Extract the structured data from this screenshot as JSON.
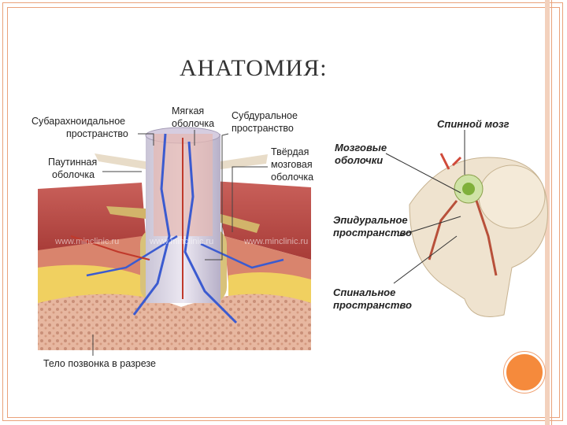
{
  "slide": {
    "title": "Анатомия:"
  },
  "left_figure": {
    "labels": {
      "subarachnoid_1": "Субарахноидальное",
      "subarachnoid_2": "пространство",
      "pia_1": "Мягкая",
      "pia_2": "оболочка",
      "subdural_1": "Субдуральное",
      "subdural_2": "пространство",
      "arachnoid_1": "Паутинная",
      "arachnoid_2": "оболочка",
      "dura_1": "Твёрдая",
      "dura_2": "мозговая",
      "dura_3": "оболочка",
      "vertebra_body": "Тело позвонка в разрезе"
    },
    "watermark": "www.minclinic.ru"
  },
  "right_figure": {
    "labels": {
      "spinal_cord": "Спинной мозг",
      "meninges_1": "Мозговые",
      "meninges_2": "оболочки",
      "epidural_1": "Эпидуральное",
      "epidural_2": "пространство",
      "spinal_space_1": "Спинальное",
      "spinal_space_2": "пространство"
    }
  },
  "colors": {
    "frame": "#e9a27a",
    "accent_circle": "#f58a3c"
  }
}
